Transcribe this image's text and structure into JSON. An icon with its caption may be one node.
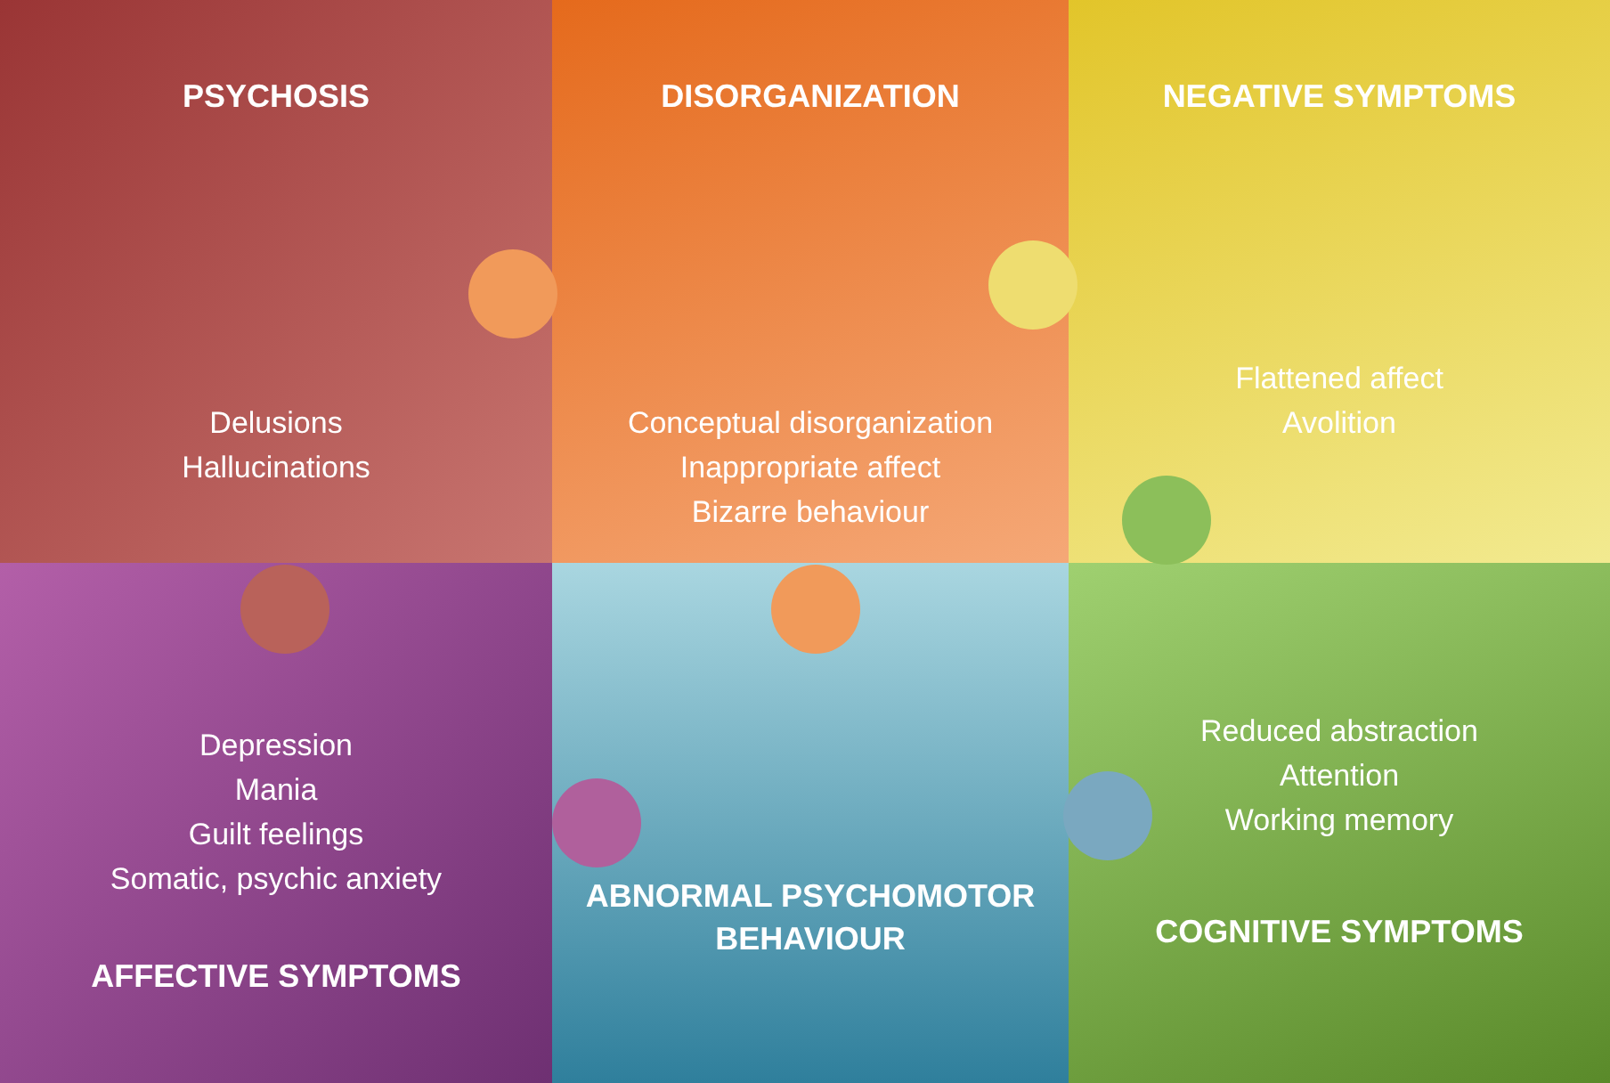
{
  "diagram": {
    "nodes": [
      {
        "text": [
          "PSYCHOSIS",
          "Delusions",
          "Hallucinations"
        ]
      },
      {
        "text": [
          "DISORGANIZATION",
          "Conceptual disorganization",
          "Inappropriate affect",
          "Bizarre behaviour"
        ]
      },
      {
        "text": [
          "NEGATIVE SYMPTOMS",
          "Flattened affect",
          "Avolition"
        ]
      },
      {
        "text": [
          "Depression",
          "Mania",
          "Guilt feelings",
          "Somatic, psychic anxiety",
          "AFFECTIVE SYMPTOMS"
        ]
      },
      {
        "text": [
          "ABNORMAL PSYCHOMOTOR BEHAVIOUR"
        ]
      },
      {
        "text": [
          "Reduced abstraction",
          "Attention",
          "Working memory",
          "COGNITIVE SYMPTOMS"
        ]
      }
    ]
  }
}
